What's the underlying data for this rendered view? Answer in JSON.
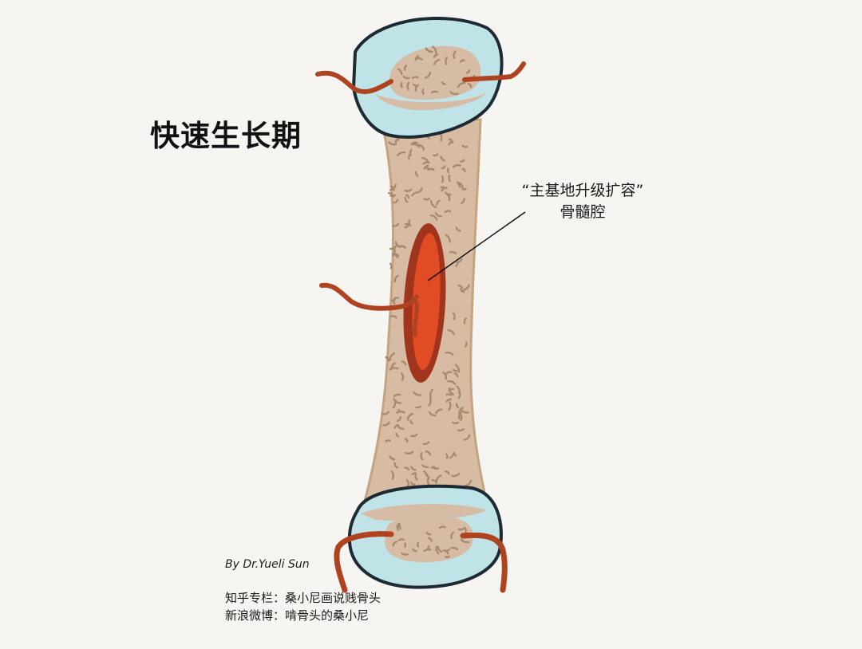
{
  "title": "快速生长期",
  "annotation": {
    "line1": "“主基地升级扩容”",
    "line2": "骨髓腔"
  },
  "credit": "By Dr.Yueli Sun",
  "source": {
    "line1": "知乎专栏：桑小尼画说贱骨头",
    "line2": "新浪微博：啃骨头的桑小尼"
  },
  "colors": {
    "background": "#f7f5f1",
    "bone_shaft": "#d8bba3",
    "bone_outline": "#c3a47f",
    "cartilage": "#bfe3e6",
    "cartilage_outline": "#1e2a33",
    "marrow_outer": "#a0341c",
    "marrow_inner": "#e24c24",
    "vessel": "#b0431f",
    "speckle": "#a98a70"
  }
}
